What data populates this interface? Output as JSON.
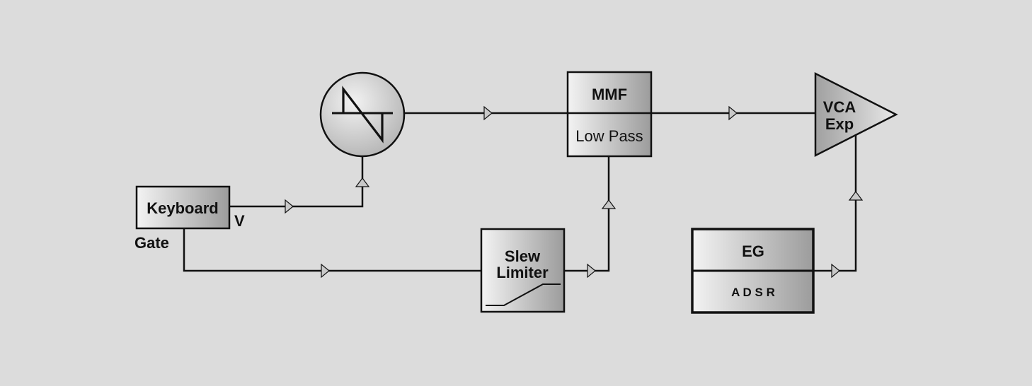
{
  "diagram": {
    "keyboard": {
      "label": "Keyboard",
      "v_label": "V",
      "gate_label": "Gate"
    },
    "oscillator": {
      "waveform": "sawtooth-icon"
    },
    "filter": {
      "title": "MMF",
      "mode": "Low Pass"
    },
    "slew": {
      "line1": "Slew",
      "line2": "Limiter"
    },
    "vca": {
      "line1": "VCA",
      "line2": "Exp"
    },
    "eg": {
      "title": "EG",
      "params": "A D S R"
    },
    "colors": {
      "background": "#dcdcdc",
      "box_light": "#f2f2f2",
      "box_dark": "#a0a0a0",
      "stroke": "#111111"
    }
  }
}
